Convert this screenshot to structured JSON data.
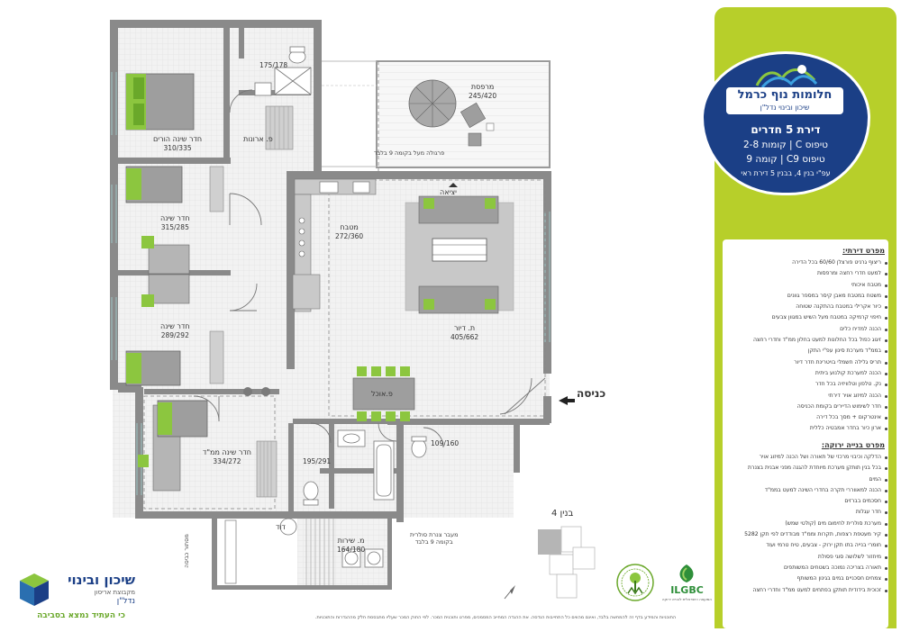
{
  "brand": {
    "project_name": "חלומות נוף כרמל",
    "developer_line": "שיכון ובינוי נדל\"ן",
    "company_name": "שיכון ובינוי",
    "company_sub1": "מקבוצת אריסון",
    "company_sub2": "נדל\"ן",
    "company_slogan": "כי העתיד נמצא בסביבה",
    "accent_color": "#b7cf2a",
    "badge_color": "#1b3f86"
  },
  "apartment": {
    "title": "דירת 5 חדרים",
    "type_line1": "טיפוס C | קומות 2-8",
    "type_line2": "טיפוס C9 | קומה 9",
    "type_line3": "עפ\"י בנין 4, בבנין 5 דירת ראי"
  },
  "rooms": {
    "master_bedroom": {
      "name": "חדר שינה הורים",
      "size": "310/335"
    },
    "master_bath": {
      "size": "175/178"
    },
    "closets": {
      "name": "פ. ארונות"
    },
    "balcony": {
      "name": "מרפסת",
      "size": "245/420"
    },
    "pergola_note": "פרגולה מעל בקומה 9 בלבד",
    "exit_label": "יציאה",
    "bedroom2": {
      "name": "חדר שינה",
      "size": "315/285"
    },
    "kitchen": {
      "name": "מטבח",
      "size": "272/360"
    },
    "bedroom3": {
      "name": "חדר שינה",
      "size": "289/292"
    },
    "living": {
      "name": "ת. דיור",
      "size": "405/662"
    },
    "dining": {
      "name": "פ.אוכל"
    },
    "entrance": {
      "name": "כניסה"
    },
    "safe_room": {
      "name": "חדר שינה ממ\"ד",
      "size": "334/272"
    },
    "bath": {
      "size": "195/291"
    },
    "guest_wc": {
      "size": "109/160"
    },
    "service_balcony": {
      "name": "מ. שירות",
      "size": "164/180"
    },
    "boiler": {
      "name": "דוד"
    },
    "solar_note_1": "מעבר צנרת סולרית",
    "solar_note_2": "בקומה 9 בלבד",
    "vertical_note": "מסתור כביסה"
  },
  "keyplan": {
    "label": "בנין 4"
  },
  "specs": {
    "title": "מפרט דירתי:",
    "items": [
      "ריצוף גרניט פורצלן 60/60 בכל הדירה",
      "למעט חדרי רחצה ומרפסות",
      "מטבח איכותי",
      "משטח במטבח מאבן קיסר במספר גוונים",
      "כיור אקרילי במטבח בהתקנה שטוחה",
      "חיפוי קרמיקה במטבח מעל השיש במגוון צבעים",
      "הכנה למדיח כלים",
      "זיגוג כפול בכל החלונות למעט בחלון ממ\"ד וחדרי רחצה",
      "בממ\"ד מערכת סינון עפ\"י התקן",
      "תריס גלילה חשמלי בויטרינת חדר דיור",
      "הכנה למערכת קולנוע ביתית",
      "נק. טלפון וטלוויזיה בכל חדר",
      "הכנה למיזוג אויר דירתי",
      "חדר לשימוש הדיירים בקומת הכניסה",
      "אינטרקום + מסך בכל דירה",
      "ארון כיור בחדר אמבטיה כללית"
    ]
  },
  "green_specs": {
    "title": "מפרט בנייה ירוקה:",
    "items": [
      "הדלקה וכיבוי מרכזי של תאורה ושל הכנה למיזוג אויר",
      "בכל בנין תותקן מערכת מיוחדת להגנה מפני אבנית בצנרת",
      "המים",
      "הכנה למאווררי תקרה בחדרי השינה למעט בממ\"ד",
      "חסכמים בברזים",
      "חדר עגלות",
      "מערכת סולרית לחימום מים (קולטי שמש)",
      "קיר מעטפת רצפות, תקרות וממ\"ד מבודדים לפי תקן 5282",
      "חומרי בנייה בתו תקן ירוק - צבעים, טיח טרמי ועוד",
      "מיחזור לשלושה סוגי פסולת",
      "תאורה בצריכה נמוכה בשטחים המשותפים",
      "צמחים חסכניים במים בגינון המשותף",
      "זכוכית בידודית תותקן בפתחים למעט ממ\"ד וחדרי רחצה"
    ]
  },
  "certs": {
    "ilgbc": "ILGBC",
    "ilgbc_sub": "המועצה הישראלית לבנייה ירוקה"
  },
  "footer": {
    "disclaimer": "התוכניות והמידע בדף זה להמחשה בלבד, ואינם מהווים כל התחייבות הנדסה. את ההגדה המחייב המסמכים, מפרט ותוכנית המכר. לפי החוק המכר שעליו מתבססת חלק מההגדרות והתוכניות."
  }
}
